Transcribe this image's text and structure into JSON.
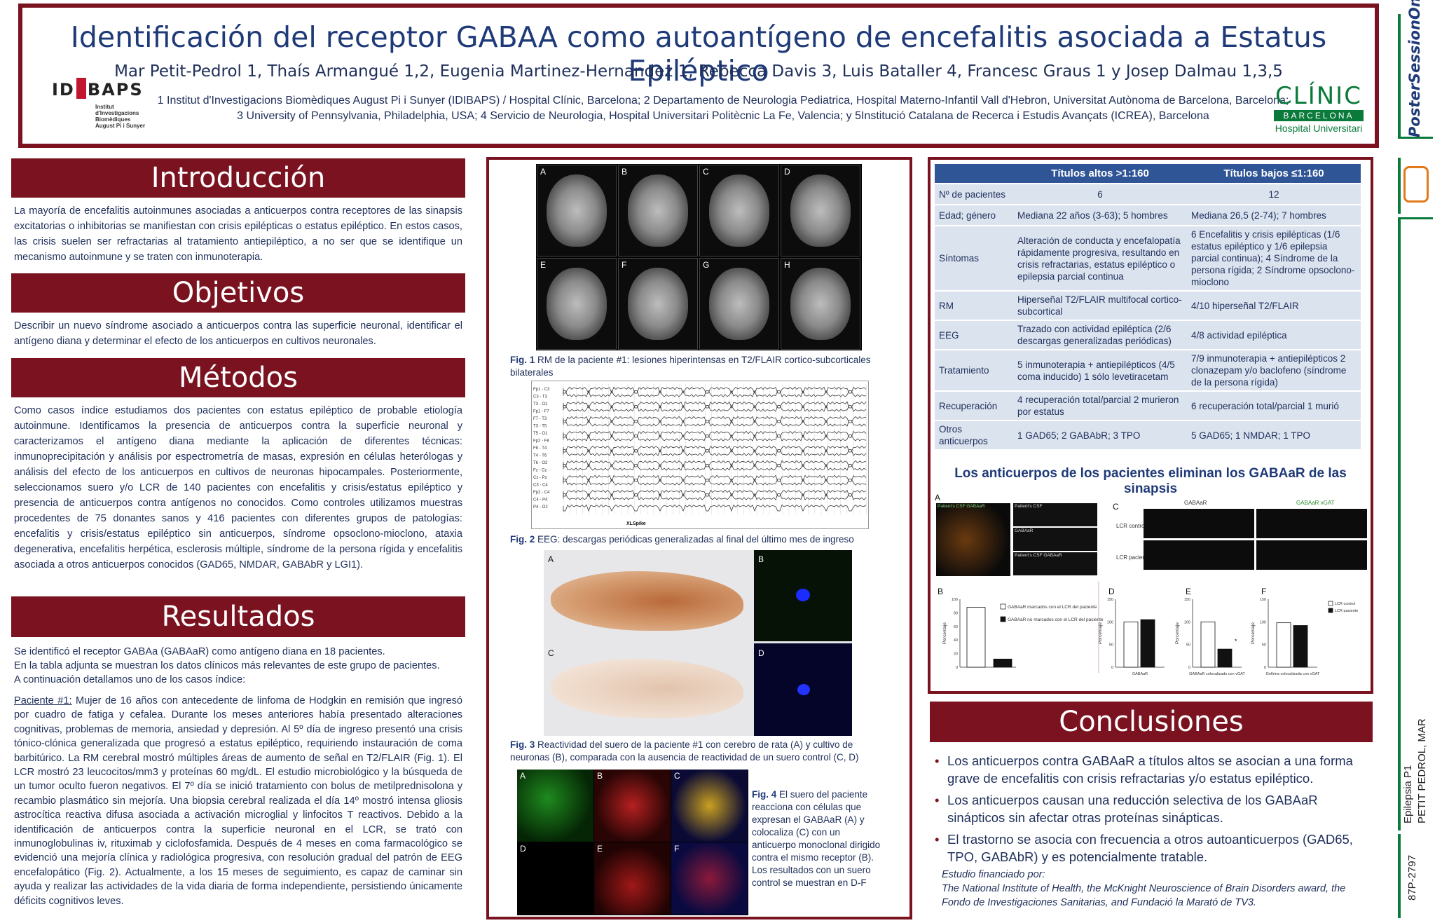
{
  "header": {
    "title": "Identificación del receptor GABAA como autoantígeno de encefalitis asociada a Estatus Epiléptico",
    "authors": "Mar Petit-Pedrol 1, Thaís Armangué 1,2, Eugenia Martinez-Hernandez 1, Rebecca Davis 3, Luis Bataller 4, Francesc Graus 1 y Josep Dalmau 1,3,5",
    "affiliations": "1 Institut d'Investigacions Biomèdiques August Pi i Sunyer (IDIBAPS) / Hospital Clínic, Barcelona; 2 Departamento de Neurologia Pediatrica, Hospital Materno-Infantil Vall d'Hebron, Universitat Autònoma de Barcelona, Barcelona; 3 University of Pennsylvania, Philadelphia, USA; 4 Servicio de Neurologia, Hospital Universitari Politècnic La Fe, Valencia; y 5Institució Catalana de Recerca i Estudis Avançats (ICREA), Barcelona",
    "logo_left": "IDIBAPS",
    "logo_left_sub": "Institut d'Investigacions Biomèdiques August Pi i Sunyer",
    "logo_right": "CLÍNIC",
    "logo_right_bar": "BARCELONA",
    "logo_right_sub": "Hospital Universitari"
  },
  "sidebar": {
    "brand": "PosterSessionOnline",
    "session": "Epilepsia P1",
    "author": "PETIT PEDROL, MAR",
    "code": "87P-2797"
  },
  "intro": {
    "heading": "Introducción",
    "text": "La mayoría de encefalitis autoinmunes asociadas a anticuerpos contra receptores de las sinapsis excitatorias o inhibitorias se manifiestan con crisis epilépticas o estatus epiléptico. En estos casos, las crisis suelen ser refractarias al tratamiento antiepiléptico, a no ser que se identifique un mecanismo autoinmune y se traten con inmunoterapia."
  },
  "objectives": {
    "heading": "Objetivos",
    "text": "Describir un nuevo síndrome asociado a anticuerpos contra las superficie neuronal, identificar el antígeno diana y determinar el efecto de los anticuerpos en cultivos neuronales."
  },
  "methods": {
    "heading": "Métodos",
    "text": "Como casos índice estudiamos dos pacientes con estatus epiléptico de probable etiología autoinmune. Identificamos la presencia de anticuerpos contra la superficie neuronal y caracterizamos el antígeno diana mediante la aplicación de diferentes técnicas: inmunoprecipitación y análisis por espectrometría de masas, expresión en células heterólogas y análisis del efecto de los anticuerpos en cultivos de neuronas hipocampales. Posteriormente, seleccionamos suero y/o LCR de 140 pacientes con encefalitis y crisis/estatus epiléptico y presencia de anticuerpos contra antígenos no conocidos. Como controles utilizamos muestras procedentes de 75 donantes sanos y 416 pacientes con diferentes grupos de patologías: encefalitis y crisis/estatus epiléptico sin anticuerpos, síndrome opsoclono-mioclono, ataxia degenerativa, encefalitis herpética, esclerosis múltiple, síndrome de la persona rígida y encefalitis asociada a otros anticuerpos conocidos (GAD65, NMDAR, GABAbR y LGI1)."
  },
  "results": {
    "heading": "Resultados",
    "line1": "Se identificó el receptor GABAa (GABAaR) como antígeno diana en 18 pacientes.",
    "line2": "En la tabla adjunta se muestran los datos clínicos más relevantes de este grupo de pacientes.",
    "line3": "A continuación detallamos uno de los casos índice:",
    "case_label": "Paciente #1:",
    "case_text": " Mujer de 16 años con antecedente de linfoma de Hodgkin en remisión que ingresó por cuadro de fatiga y cefalea. Durante los meses anteriores había presentado alteraciones cognitivas, problemas de memoria, ansiedad y depresión. Al 5º día de ingreso presentó una crisis tónico-clónica generalizada que progresó a estatus epiléptico, requiriendo instauración de coma barbitúrico.  La RM cerebral mostró múltiples áreas de aumento de señal en T2/FLAIR (Fig. 1). El LCR mostró 23 leucocitos/mm3 y proteínas 60 mg/dL. El estudio microbiológico y la búsqueda de un tumor oculto fueron negativos. El 7º día se inició tratamiento con bolus de metilprednisolona y recambio plasmático sin mejoría. Una biopsia cerebral realizada el día 14º mostró intensa gliosis astrocítica reactiva difusa asociada a activación microglial y linfocitos T reactivos. Debido a la identificación de anticuerpos contra la superficie neuronal en el LCR, se trató con inmunoglobulinas iv, rituximab y ciclofosfamida. Después de 4 meses en coma farmacológico se evidenció una mejoría clínica y radiológica progresiva, con resolución gradual del patrón de EEG encefalopático (Fig. 2). Actualmente, a los 15 meses de seguimiento, es capaz de caminar sin ayuda y realizar las actividades de la vida diaria de forma independiente, persistiendo únicamente déficits cognitivos leves."
  },
  "figures": {
    "mri_labels": [
      "A",
      "B",
      "C",
      "D",
      "E",
      "F",
      "G",
      "H"
    ],
    "fig1_label": "Fig. 1",
    "fig1_caption": " RM de la paciente #1: lesiones hiperintensas en T2/FLAIR cortico-subcorticales bilaterales",
    "fig2_label": "Fig. 2",
    "fig2_caption": " EEG: descargas periódicas generalizadas al final del último mes de ingreso",
    "eeg_channels": [
      "Fp1 - C3",
      "C3 - T3",
      "T3 - O1",
      "Fp1 - F7",
      "F7 - T3",
      "T3 - T5",
      "T5 - O1",
      "Fp2 - F8",
      "F8 - T4",
      "T4 - T6",
      "T6 - O2",
      "Fz - Cz",
      "Cz - Pz",
      "C3 - C4",
      "Fp2 - C4",
      "C4 - P4",
      "P4 - O2"
    ],
    "eeg_footer": "XLSpike",
    "fig3_labels": [
      "A",
      "B",
      "C",
      "D"
    ],
    "fig3_label": "Fig. 3",
    "fig3_caption": " Reactividad del suero de la paciente #1 con cerebro de rata (A) y cultivo de neuronas (B), comparada con la ausencia de reactividad de un suero control (C, D)",
    "fig4_labels": [
      "A",
      "B",
      "C",
      "D",
      "E",
      "F"
    ],
    "fig4_label": "Fig. 4",
    "fig4_caption": " El suero del paciente reacciona con células que expresan el GABAaR (A) y colocaliza (C) con un anticuerpo monoclonal dirigido contra el mismo receptor (B). Los resultados con un suero control se muestran en D-F"
  },
  "table": {
    "headers": [
      "",
      "Títulos altos >1:160",
      "Títulos bajos ≤1:160"
    ],
    "rows": [
      [
        "Nº de pacientes",
        "6",
        "12"
      ],
      [
        "Edad; género",
        "Mediana 22 años (3-63); 5 hombres",
        "Mediana  26,5 (2-74); 7 hombres"
      ],
      [
        "Síntomas",
        "Alteración de conducta y encefalopatía rápidamente progresiva, resultando en crisis refractarias, estatus epiléptico o epilepsia parcial continua",
        "6 Encefalitis y crisis epilépticas (1/6 estatus epiléptico y 1/6 epilepsia parcial continua); 4 Síndrome de la persona rígida; 2 Síndrome opsoclono-mioclono"
      ],
      [
        "RM",
        "Hiperseñal T2/FLAIR multifocal cortico-subcortical",
        "4/10 hiperseñal  T2/FLAIR"
      ],
      [
        "EEG",
        "Trazado con actividad epiléptica (2/6 descargas generalizadas periódicas)",
        "4/8 actividad epiléptica"
      ],
      [
        "Tratamiento",
        "5 inmunoterapia + antiepilépticos (4/5 coma inducido) 1 sólo levetiracetam",
        "7/9 inmunoterapia + antiepilépticos 2 clonazepam y/o baclofeno (síndrome de la persona rígida)"
      ],
      [
        "Recuperación",
        "4 recuperación total/parcial 2 murieron por estatus",
        "6 recuperación total/parcial 1 murió"
      ],
      [
        "Otros anticuerpos",
        "1 GAD65; 2 GABAbR; 3 TPO",
        "5 GAD65; 1 NMDAR; 1 TPO"
      ]
    ]
  },
  "synapse": {
    "heading": "Los anticuerpos de los pacientes eliminan los GABAaR de las sinapsis",
    "panel_labels": [
      "A",
      "B",
      "C",
      "D",
      "E",
      "F"
    ],
    "a_labels": [
      "Patient's CSF GABAaR",
      "Patient's CSF",
      "GABAaR",
      "Patient's CSF GABAaR"
    ],
    "c_col_labels": [
      "GABAaR",
      "GABAaR vGAT"
    ],
    "c_row_labels": [
      "LCR control",
      "LCR paciente"
    ],
    "legend_b": [
      "GABAaR marcados con el LCR del paciente",
      "GABAaR no marcados con el LCR del paciente"
    ],
    "legend_f": [
      "LCR control",
      "LCR paciente"
    ],
    "ylabel": "Porcentaje",
    "xlabels": [
      "GABAaR",
      "GABAaR colocalizado con vGAT",
      "Gefirina colocalizada con vGAT"
    ],
    "yticks": [
      "0",
      "20",
      "40",
      "60",
      "80",
      "100"
    ],
    "yticks_b": [
      "0",
      "20",
      "40",
      "60",
      "80",
      "100"
    ]
  },
  "chart_data": [
    {
      "type": "bar",
      "categories": [
        "marcados",
        "no marcados"
      ],
      "values": [
        88,
        12
      ],
      "ylim": [
        0,
        100
      ],
      "ylabel": "Porcentaje"
    },
    {
      "type": "bar",
      "categories": [
        "LCR control",
        "LCR paciente"
      ],
      "values": [
        100,
        105
      ],
      "ylim": [
        0,
        150
      ],
      "xlabel": "GABAaR",
      "ylabel": "Porcentaje"
    },
    {
      "type": "bar",
      "categories": [
        "LCR control",
        "LCR paciente"
      ],
      "values": [
        100,
        40
      ],
      "ylim": [
        0,
        150
      ],
      "xlabel": "GABAaR colocalizado con vGAT",
      "ylabel": "Porcentaje"
    },
    {
      "type": "bar",
      "categories": [
        "LCR control",
        "LCR paciente"
      ],
      "values": [
        98,
        92
      ],
      "ylim": [
        0,
        150
      ],
      "xlabel": "Gefirina colocalizada con vGAT",
      "ylabel": "Porcentaje"
    }
  ],
  "conclusions": {
    "heading": "Conclusiones",
    "items": [
      "Los anticuerpos contra GABAaR a títulos altos se asocian a una forma grave de encefalitis con crisis refractarias y/o estatus epiléptico.",
      "Los anticuerpos causan una reducción selectiva de los GABAaR sinápticos sin afectar otras proteínas sinápticas.",
      "El trastorno se asocia con frecuencia a otros autoanticuerpos (GAD65, TPO, GABAbR) y es potencialmente tratable."
    ],
    "funding_label": "Estudio financiado por:",
    "funding_text": "The National Institute of Health, the McKnight Neuroscience of Brain Disorders award, the Fondo de Investigaciones Sanitarias, and Fundació la Marató de TV3."
  },
  "colors": {
    "accent": "#7a1220",
    "navy": "#1f3a78",
    "green": "#0a7a3b",
    "table_head": "#2f5597"
  }
}
